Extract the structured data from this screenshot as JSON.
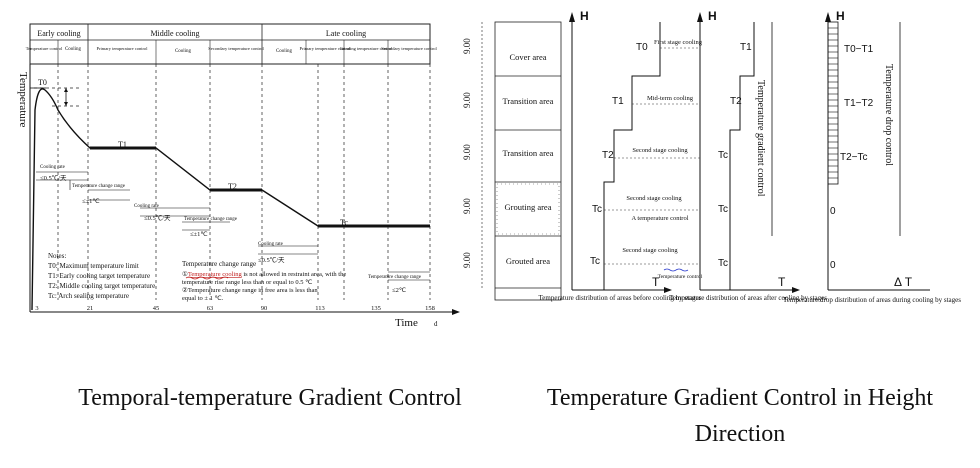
{
  "left": {
    "phases": {
      "early": "Early cooling",
      "middle": "Middle cooling",
      "late": "Late cooling"
    },
    "subphases": {
      "temp_control": "Temperature control",
      "cooling1": "Cooling",
      "primary_tc": "Primary temperature control",
      "cooling2": "Cooling",
      "secondary_tc": "Secondary temperature control",
      "cooling3": "Cooling",
      "primary2": "Primary temperature control",
      "grouting_tc": "Grouting temperature control",
      "secondary2": "Secondary temperature control"
    },
    "ylabel": "Temperature",
    "xlabel": "Time",
    "xunit": "d",
    "ticks": [
      "3",
      "21",
      "45",
      "63",
      "90",
      "113",
      "135",
      "158"
    ],
    "levels": {
      "t0": "T0",
      "t1": "T1",
      "t2": "T2",
      "tc": "Tc"
    },
    "rate1": "Cooling rate",
    "rate1v": "≤0.5℃/天",
    "range1": "Temperature change range",
    "range1v": "≤±1℃",
    "rate2": "Cooling rate",
    "rate2v": "≤0.5℃/天",
    "range2": "Temperature change range",
    "range2v": "≤±1℃",
    "rate3": "Cooling rate",
    "rate3v": "≤0.5℃/天",
    "range3": "Temperature change range",
    "range3v": "≤2℃",
    "notes": {
      "title": "Notes:",
      "n1": "T0: Maximum temperature limit",
      "n2": "T1: Early cooling target temperature",
      "n3": "T2: Middle cooling target temperature",
      "n4": "Tc: Arch sealing temperature"
    },
    "tcr": {
      "title": "Temperature change range",
      "l1a": "①",
      "l1b": "Temperature cooling",
      "l1c": " is not allowed in restraint area, with the",
      "l2": "temperature rise range less than or equal to 0.5 ℃",
      "l3": "②Temperature change range in free area is less than",
      "l4": "equal to ± 1 ℃."
    }
  },
  "right": {
    "h": "H",
    "dim": "9.00",
    "areas": [
      "Cover area",
      "Transition area",
      "Transition area",
      "Grouting area",
      "Grouted area"
    ],
    "panel1": {
      "t0": "T0",
      "t1": "T1",
      "t2": "T2",
      "tc1": "Tc",
      "tc2": "Tc",
      "T": "T",
      "caption": "Temperature distribution of areas before cooling by stages"
    },
    "stages": {
      "s1": "First stage cooling",
      "s2": "Mid-term cooling",
      "s3": "Second stage cooling",
      "s4": "Second stage cooling",
      "s4b": "A temperature control",
      "s5": "Second stage cooling",
      "tc": "Temperature control"
    },
    "panel2": {
      "t1": "T1",
      "t2": "T2",
      "tc1": "Tc",
      "tc2": "Tc",
      "tc3": "Tc",
      "T": "T",
      "vlabel": "Temperature gradient control",
      "caption": "Temperature distribution of areas after cooling by stages"
    },
    "panel3": {
      "l1": "T0−T1",
      "l2": "T1−T2",
      "l3": "T2−Tc",
      "z1": "0",
      "z2": "0",
      "dT": "Δ T",
      "vlabel": "Temperature drop control",
      "caption": "Temperature drop distribution of areas during cooling by stages"
    }
  },
  "captions": {
    "left": "Temporal-temperature Gradient Control",
    "right": "Temperature Gradient Control in Height Direction"
  }
}
